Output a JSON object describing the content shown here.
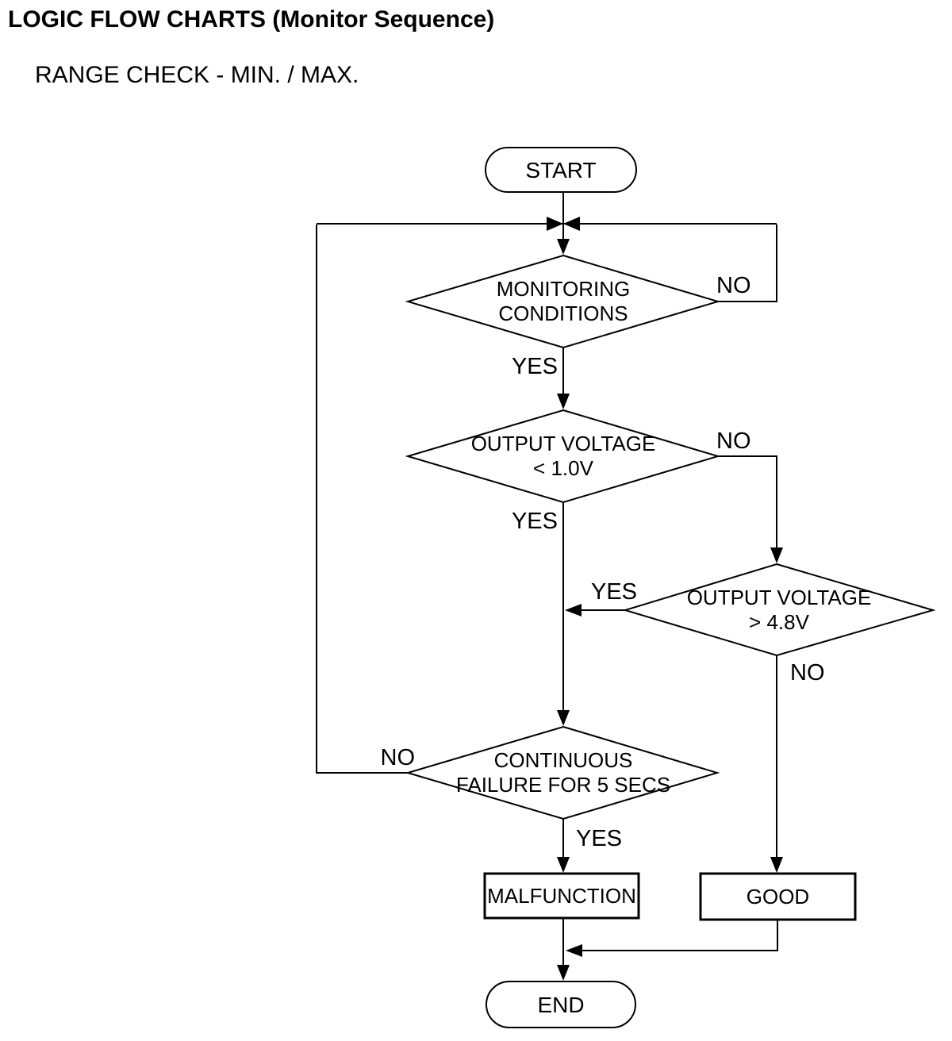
{
  "page": {
    "title": "LOGIC FLOW CHARTS (Monitor Sequence)",
    "subtitle": "RANGE CHECK - MIN. / MAX."
  },
  "flowchart": {
    "nodes": {
      "start": {
        "type": "terminator",
        "label": "START"
      },
      "monitoring": {
        "type": "decision",
        "line1": "MONITORING",
        "line2": "CONDITIONS"
      },
      "voltage_low": {
        "type": "decision",
        "line1": "OUTPUT VOLTAGE",
        "line2": "< 1.0V"
      },
      "voltage_high": {
        "type": "decision",
        "line1": "OUTPUT VOLTAGE",
        "line2": "> 4.8V"
      },
      "continuous_failure": {
        "type": "decision",
        "line1": "CONTINUOUS",
        "line2": "FAILURE FOR 5 SECS"
      },
      "malfunction": {
        "type": "process",
        "label": "MALFUNCTION"
      },
      "good": {
        "type": "process",
        "label": "GOOD"
      },
      "end": {
        "type": "terminator",
        "label": "END"
      }
    },
    "branch_labels": {
      "monitoring_no": "NO",
      "monitoring_yes": "YES",
      "voltage_low_no": "NO",
      "voltage_low_yes": "YES",
      "voltage_high_yes": "YES",
      "voltage_high_no": "NO",
      "continuous_no": "NO",
      "continuous_yes": "YES"
    },
    "colors": {
      "line": "#000000",
      "text": "#000000",
      "background": "#ffffff"
    }
  }
}
